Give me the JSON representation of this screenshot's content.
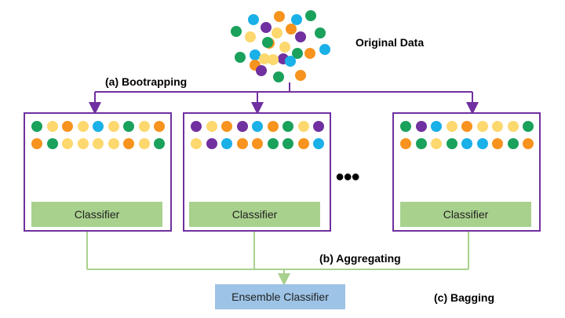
{
  "labels": {
    "original_data": "Original Data",
    "bootstrapping": "(a) Bootrapping",
    "aggregating": "(b) Aggregating",
    "bagging": "(c) Bagging",
    "ellipsis": "●●●",
    "ensemble": "Ensemble Classifier"
  },
  "classifiers": [
    {
      "label": "Classifier"
    },
    {
      "label": "Classifier"
    },
    {
      "label": "Classifier"
    }
  ],
  "colors": {
    "green": "#1aa15b",
    "yellow": "#fdd86e",
    "orange": "#f7931e",
    "blue": "#1ab0e8",
    "purple": "#7030a0",
    "classifier_fill": "#a9d18e",
    "ensemble_fill": "#9dc3e6",
    "aggregate_line": "#a9d18e"
  },
  "original_data_dots": [
    "green",
    "yellow",
    "purple",
    "blue",
    "orange",
    "blue",
    "green",
    "yellow",
    "orange",
    "green",
    "blue",
    "purple",
    "orange",
    "yellow",
    "green",
    "purple",
    "yellow",
    "orange",
    "blue",
    "green",
    "blue",
    "yellow",
    "orange",
    "green",
    "purple",
    "green",
    "orange"
  ],
  "samples": [
    {
      "row1": [
        "green",
        "yellow",
        "orange",
        "yellow",
        "blue",
        "yellow",
        "green",
        "yellow",
        "orange"
      ],
      "row2": [
        "orange",
        "green",
        "yellow",
        "yellow",
        "yellow",
        "yellow",
        "orange",
        "yellow",
        "green"
      ]
    },
    {
      "row1": [
        "purple",
        "yellow",
        "orange",
        "purple",
        "blue",
        "orange",
        "green",
        "yellow",
        "purple"
      ],
      "row2": [
        "yellow",
        "purple",
        "blue",
        "orange",
        "orange",
        "green",
        "green",
        "orange",
        "blue"
      ]
    },
    {
      "row1": [
        "green",
        "purple",
        "blue",
        "yellow",
        "orange",
        "yellow",
        "yellow",
        "yellow",
        "green"
      ],
      "row2": [
        "orange",
        "green",
        "yellow",
        "green",
        "blue",
        "blue",
        "orange",
        "green",
        "orange"
      ]
    }
  ]
}
